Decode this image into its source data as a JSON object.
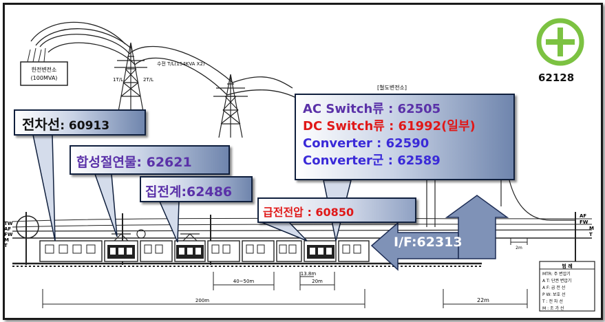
{
  "diagram": {
    "substation_left": [
      "한전변전소",
      "(100MVA)"
    ],
    "tower_labels": [
      "수전 T/L(154KVA X2)",
      "1T/L",
      "2T/L"
    ],
    "substation_right": "[철도변전소]",
    "distances": [
      "40~50m",
      "13.8m",
      "20m",
      "200m",
      "22m",
      "2m"
    ],
    "line_labels_left": [
      "TW",
      "AF",
      "FW",
      "M",
      "T"
    ],
    "line_labels_right": [
      "AF",
      "FW",
      "M",
      "T"
    ],
    "legend": {
      "title": "범 례",
      "rows": [
        "MTR: 주 변압기",
        "A T: 단권 변압기",
        "A F: 급 전 선",
        "P W: 보호 선",
        "T : 전 차 선",
        "M : 조 가 선"
      ]
    }
  },
  "callouts": {
    "jeonchaseon": {
      "label": "전차선",
      "code": ": 60913"
    },
    "hapseong": "합성절연물: 62621",
    "jipjeon": "집전계:62486",
    "geupjeon": "급전전압 : 60850",
    "switch_box": [
      "AC Switch류 : 62505",
      "DC Switch류 : 61992(일부)",
      "Converter : 62590",
      "Converter군 : 62589"
    ],
    "interface": "I/F:62313"
  },
  "plus": {
    "code": "62128",
    "color": "#7cc242"
  }
}
